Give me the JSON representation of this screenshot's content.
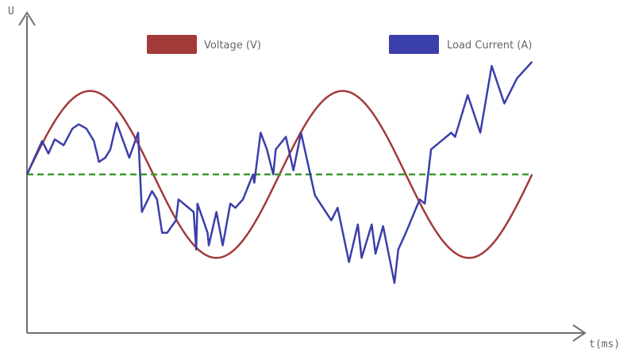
{
  "chart_data": {
    "type": "line",
    "title": "",
    "xlabel": "t(ms)",
    "ylabel": "U",
    "xlim": [
      0,
      22
    ],
    "ylim": [
      -1.9,
      1.9
    ],
    "grid": false,
    "legend_position": "top",
    "series": [
      {
        "name": "Voltage (V)",
        "color": "#a33a3a",
        "kind": "sine",
        "amplitude": 1.0,
        "period": 10,
        "phase_offset": 0,
        "x_end": 20
      },
      {
        "name": "Load Current (A)",
        "color": "#3b3fa9",
        "x": [
          0.0,
          0.6,
          0.85,
          1.1,
          1.45,
          1.8,
          2.05,
          2.35,
          2.65,
          2.85,
          3.1,
          3.3,
          3.55,
          3.75,
          4.05,
          4.4,
          4.55,
          4.95,
          5.15,
          5.35,
          5.55,
          5.9,
          6.0,
          6.6,
          6.7,
          6.75,
          7.15,
          7.2,
          7.5,
          7.75,
          8.05,
          8.25,
          8.55,
          8.95,
          9.0,
          9.25,
          9.5,
          9.75,
          9.85,
          10.25,
          10.55,
          10.85,
          11.4,
          12.05,
          12.3,
          12.75,
          13.1,
          13.25,
          13.65,
          13.8,
          14.1,
          14.55,
          14.7,
          15.0,
          15.55,
          15.75,
          16.0,
          16.8,
          16.95,
          17.2,
          17.45,
          17.95,
          18.4,
          18.9,
          19.4,
          20.0
        ],
        "y": [
          0.0,
          0.4,
          0.25,
          0.42,
          0.35,
          0.55,
          0.6,
          0.55,
          0.4,
          0.15,
          0.2,
          0.3,
          0.62,
          0.45,
          0.2,
          0.5,
          -0.45,
          -0.2,
          -0.3,
          -0.7,
          -0.7,
          -0.55,
          -0.3,
          -0.45,
          -0.9,
          -0.35,
          -0.7,
          -0.85,
          -0.45,
          -0.85,
          -0.35,
          -0.4,
          -0.3,
          0.0,
          -0.1,
          0.5,
          0.3,
          0.0,
          0.3,
          0.45,
          0.05,
          0.5,
          -0.25,
          -0.55,
          -0.4,
          -1.05,
          -0.6,
          -1.0,
          -0.6,
          -0.95,
          -0.62,
          -1.3,
          -0.9,
          -0.7,
          -0.3,
          -0.35,
          0.3,
          0.5,
          0.45,
          0.7,
          0.95,
          0.5,
          1.3,
          0.85,
          1.15,
          1.35
        ]
      },
      {
        "name": "",
        "color": "#3a9a2a",
        "kind": "baseline",
        "dashed": true,
        "x": [
          0,
          20
        ],
        "y": [
          0,
          0
        ]
      }
    ]
  }
}
